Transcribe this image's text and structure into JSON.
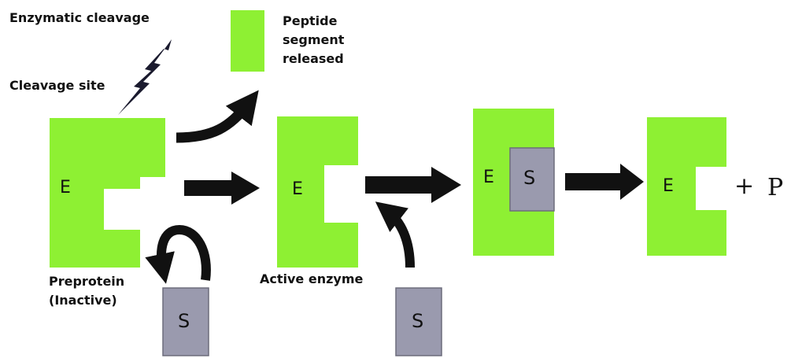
{
  "labels": {
    "enzymatic_cleavage": "Enzymatic cleavage",
    "cleavage_site": "Cleavage site",
    "peptide_line1": "Peptide",
    "peptide_line2": "segment",
    "peptide_line3": "released",
    "preprotein_line1": "Preprotein",
    "preprotein_line2": "(Inactive)",
    "active_enzyme": "Active enzyme"
  },
  "symbols": {
    "enzyme": "E",
    "substrate": "S",
    "plus": "+",
    "product": "P"
  },
  "colors": {
    "enzyme_fill": "#8ef033",
    "substrate_fill": "#9a9aae",
    "substrate_border": "#6c6c7c",
    "arrow": "#111111",
    "lightning": "#1a1a2e"
  }
}
